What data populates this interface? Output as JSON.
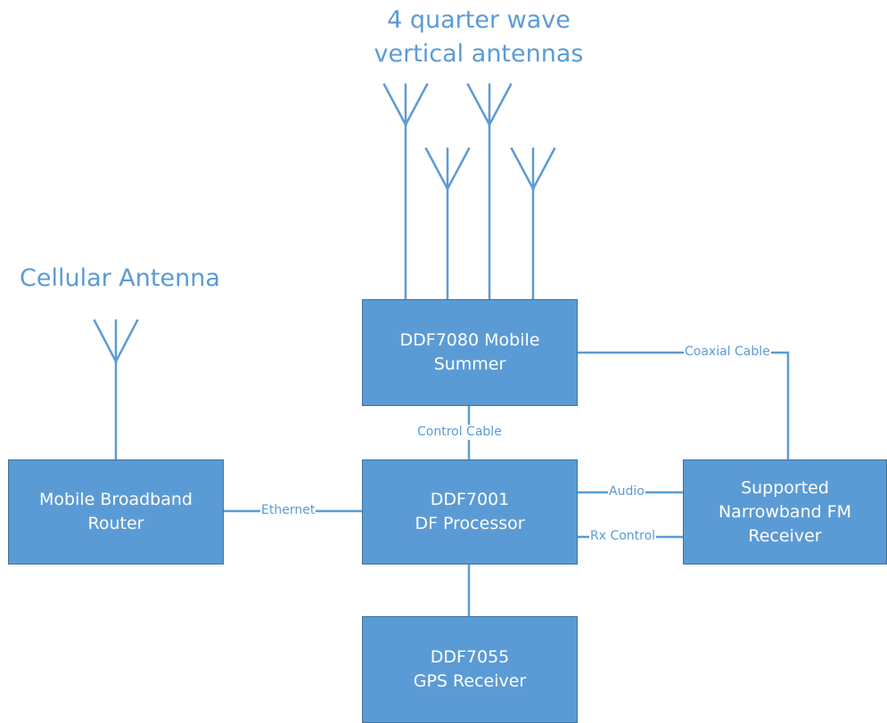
{
  "titles": {
    "antennas_line1": "4 quarter wave",
    "antennas_line2": "vertical antennas",
    "cellular": "Cellular Antenna"
  },
  "boxes": {
    "summer": {
      "line1": "DDF7080 Mobile",
      "line2": "Summer"
    },
    "router": {
      "line1": "Mobile Broadband",
      "line2": "Router"
    },
    "processor": {
      "line1": "DDF7001",
      "line2": "DF Processor"
    },
    "receiver": {
      "line1": "Supported",
      "line2": "Narrowband FM",
      "line3": "Receiver"
    },
    "gps": {
      "line1": "DDF7055",
      "line2": "GPS Receiver"
    }
  },
  "connections": {
    "coaxial": "Coaxial Cable",
    "control": "Control Cable",
    "ethernet": "Ethernet",
    "audio": "Audio",
    "rx_control": "Rx Control"
  },
  "colors": {
    "box_fill": "#5b9bd5",
    "box_border": "#41719c",
    "line": "#5b9bd5",
    "box_text": "#ffffff"
  }
}
